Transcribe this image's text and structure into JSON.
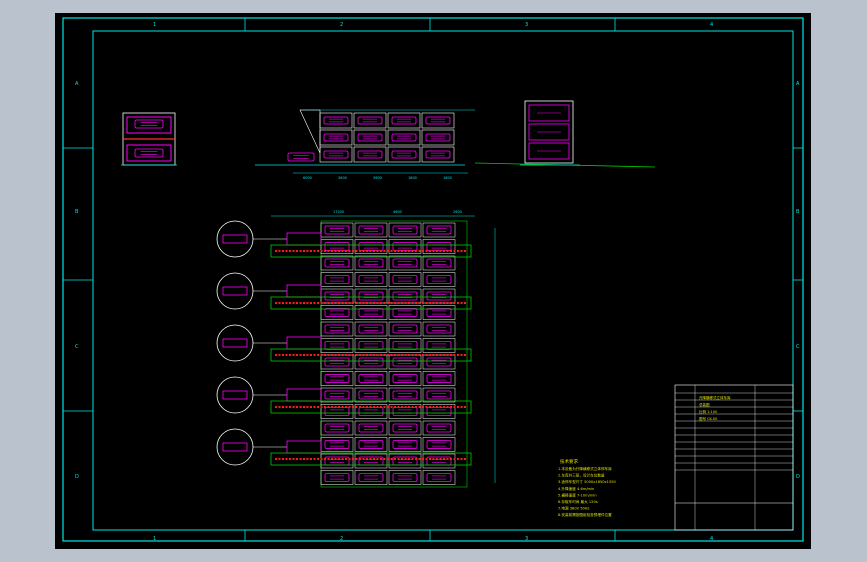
{
  "frame": {
    "column_labels": [
      "1",
      "2",
      "3",
      "4"
    ],
    "row_labels": [
      "A",
      "B",
      "C",
      "D"
    ]
  },
  "colors": {
    "background": "#000000",
    "frame": "#00e5e5",
    "car": "#ff00ff",
    "rail": "#ff1a1a",
    "outline": "#00cc00",
    "text": "#e0e000"
  },
  "drawing": {
    "dimensions_top": [
      "6000",
      "3600",
      "3600",
      "1800",
      "1800"
    ],
    "dimensions_plan": [
      "17200",
      "4600",
      "2600"
    ],
    "notes_title": "技术要求",
    "notes": [
      "1.本设备为升降横移式立体停车库",
      "2.车库共三层，设计车位数量",
      "3.适停车型尺寸 5000x1850x1550",
      "4.升降速度 4-6m/min",
      "5.横移速度 7-10m/min",
      "6.存取车时间 最大 120s",
      "7.电源 380V 50Hz",
      "8.安装前需按图纸检查预埋件位置"
    ]
  },
  "title_block": {
    "rows": [
      "升降横移式立体车库",
      "总装图",
      "比例 1:100",
      "图号 CK-00"
    ]
  }
}
